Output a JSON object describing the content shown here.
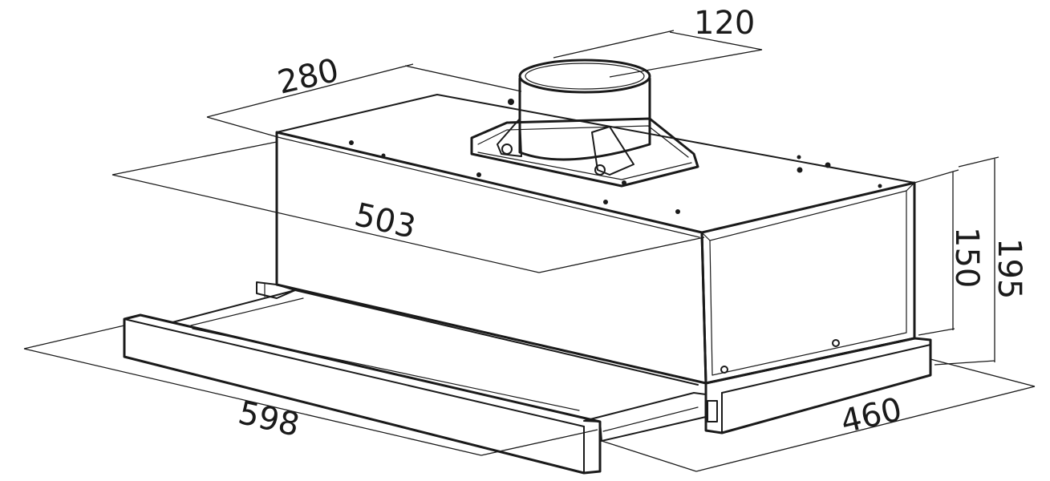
{
  "dimensions": {
    "outlet_diameter": "120",
    "depth_top": "280",
    "body_width": "503",
    "total_width": "598",
    "total_depth": "460",
    "body_height": "150",
    "total_height": "195"
  },
  "colors": {
    "line": "#1a1a1a",
    "background": "#ffffff"
  }
}
